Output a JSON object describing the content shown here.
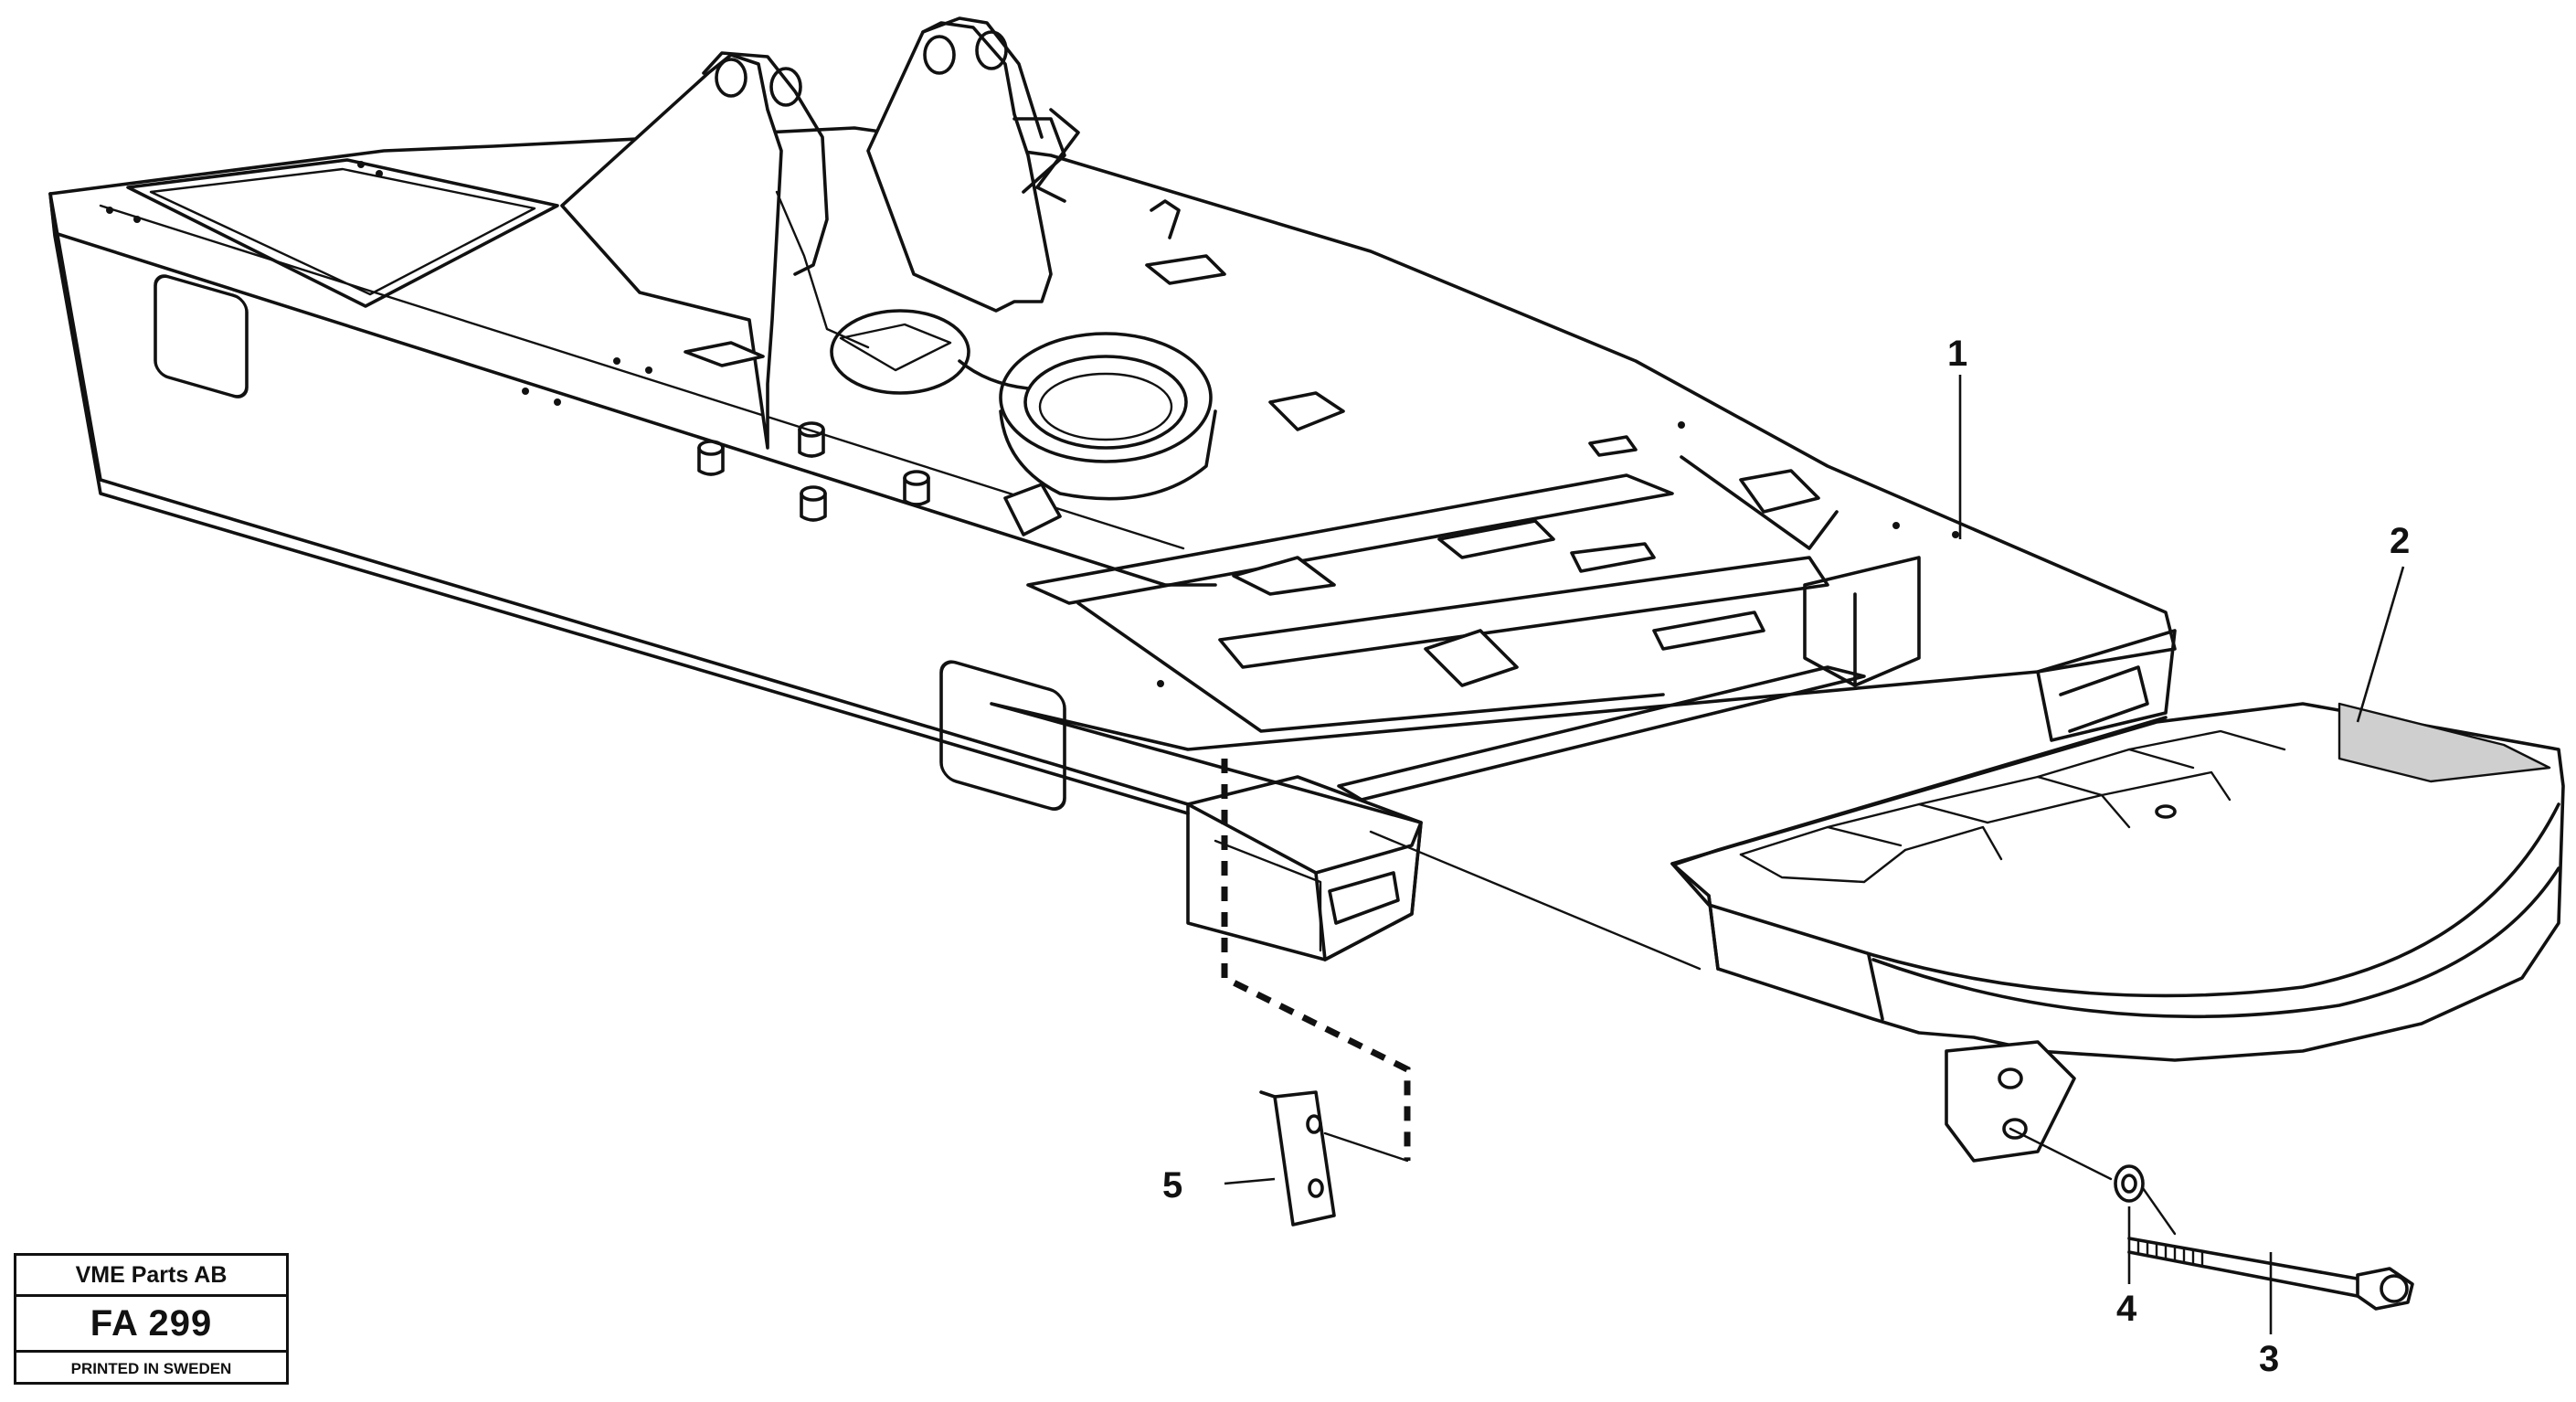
{
  "drawing": {
    "callouts": [
      {
        "id": "1",
        "text": "1"
      },
      {
        "id": "2",
        "text": "2"
      },
      {
        "id": "3",
        "text": "3"
      },
      {
        "id": "4",
        "text": "4"
      },
      {
        "id": "5",
        "text": "5"
      }
    ]
  },
  "stamp": {
    "company": "VME Parts AB",
    "code": "FA 299",
    "printed": "PRINTED IN SWEDEN"
  }
}
